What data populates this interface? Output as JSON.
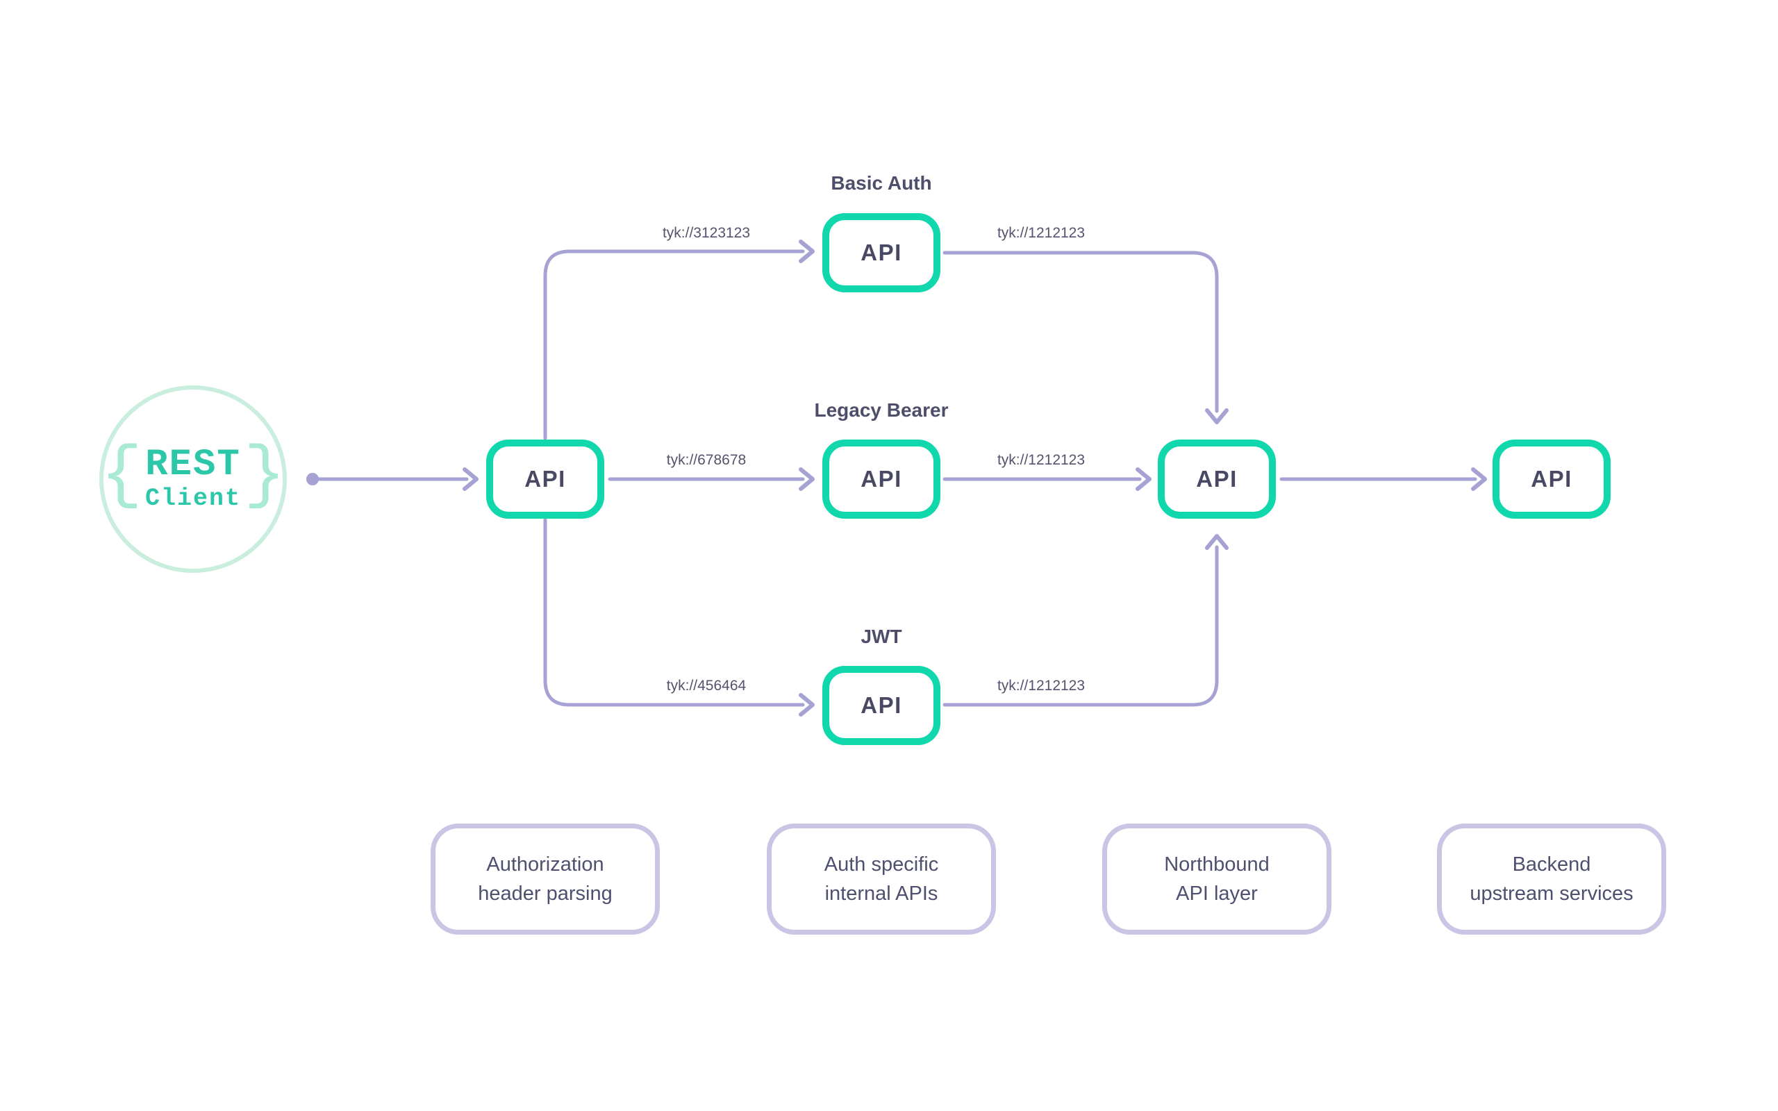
{
  "colors": {
    "teal_border": "#11d7ac",
    "client_circle_stroke": "#c9eedd",
    "client_brace": "#a8ead6",
    "client_text": "#2cc7a9",
    "node_text": "#494963",
    "title_text": "#4e4e6a",
    "edge_label_text": "#53536e",
    "wire": "#a6a2d4",
    "legend_border": "#c8c6e4",
    "legend_text": "#4f4f70"
  },
  "client": {
    "brace_left": "{",
    "brace_right": "}",
    "title": "REST",
    "subtitle": "Client"
  },
  "nodes": {
    "gateway_api": {
      "label": "API"
    },
    "basic_auth_api": {
      "label": "API",
      "title": "Basic Auth"
    },
    "legacy_bearer_api": {
      "label": "API",
      "title": "Legacy Bearer"
    },
    "jwt_api": {
      "label": "API",
      "title": "JWT"
    },
    "northbound_api": {
      "label": "API"
    },
    "backend_api": {
      "label": "API"
    }
  },
  "edge_labels": {
    "gateway_to_basic": "tyk://3123123",
    "gateway_to_legacy": "tyk://678678",
    "gateway_to_jwt": "tyk://456464",
    "basic_to_northbound": "tyk://1212123",
    "legacy_to_northbound": "tyk://1212123",
    "jwt_to_northbound": "tyk://1212123"
  },
  "legend": [
    {
      "line1": "Authorization",
      "line2": "header parsing"
    },
    {
      "line1": "Auth specific",
      "line2": "internal APIs"
    },
    {
      "line1": "Northbound",
      "line2": "API layer"
    },
    {
      "line1": "Backend",
      "line2": "upstream services"
    }
  ]
}
